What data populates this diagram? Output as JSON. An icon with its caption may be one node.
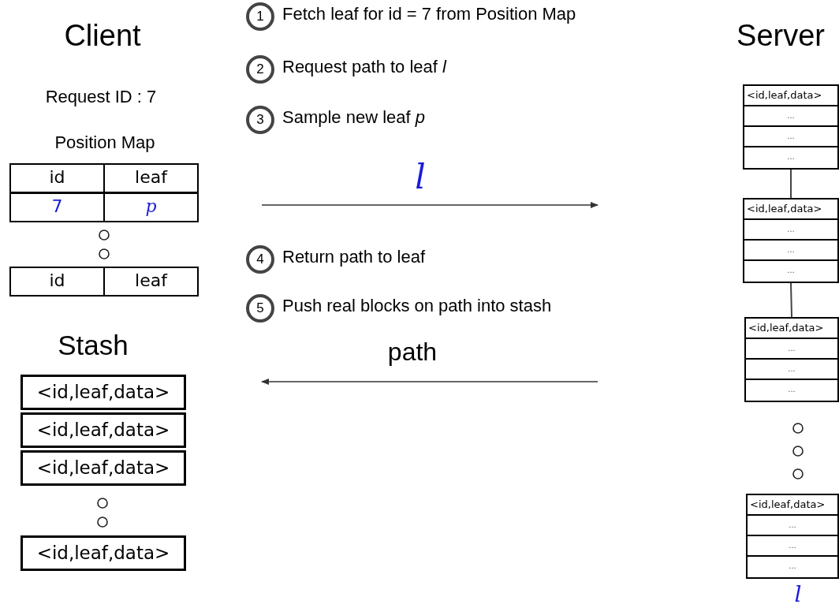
{
  "diagram": {
    "nodes": [
      {
        "text": [
          "id",
          "leaf"
        ]
      },
      {
        "text": [
          "7",
          "p"
        ]
      },
      {
        "text": [
          "id",
          "leaf"
        ]
      },
      {
        "text": [
          "<id,leaf,data>"
        ]
      },
      {
        "text": [
          "<id,leaf,data>"
        ]
      },
      {
        "text": [
          "<id,leaf,data>"
        ]
      },
      {
        "text": [
          "<id,leaf,data>"
        ]
      },
      {
        "text": [
          "1"
        ],
        "beside": [
          "Fetch leaf for id = 7 from Position Map"
        ]
      },
      {
        "text": [
          "2"
        ],
        "beside": [
          "Request path to leaf *l*"
        ]
      },
      {
        "text": [
          "3"
        ],
        "beside": [
          "Sample new leaf *p*"
        ]
      },
      {
        "text": [
          "4"
        ],
        "beside": [
          "Return path to leaf"
        ]
      },
      {
        "text": [
          "5"
        ],
        "beside": [
          "Push real blocks on path into stash"
        ]
      },
      {
        "text": [
          "<id,leaf,data>",
          "...",
          "...",
          "..."
        ]
      },
      {
        "text": [
          "<id,leaf,data>",
          "...",
          "...",
          "..."
        ]
      },
      {
        "text": [
          "<id,leaf,data>",
          "...",
          "...",
          "..."
        ]
      },
      {
        "text": [
          "<id,leaf,data>",
          "...",
          "...",
          "..."
        ],
        "beside": [
          "l"
        ]
      }
    ],
    "edges": [
      {
        "from": 12,
        "to": 13,
        "arrow": "none"
      },
      {
        "from": 13,
        "to": 14,
        "arrow": "none"
      }
    ],
    "labels": [
      "Client",
      "Request ID  : 7",
      "Position Map",
      "Stash",
      "l",
      "path",
      "Server"
    ]
  }
}
